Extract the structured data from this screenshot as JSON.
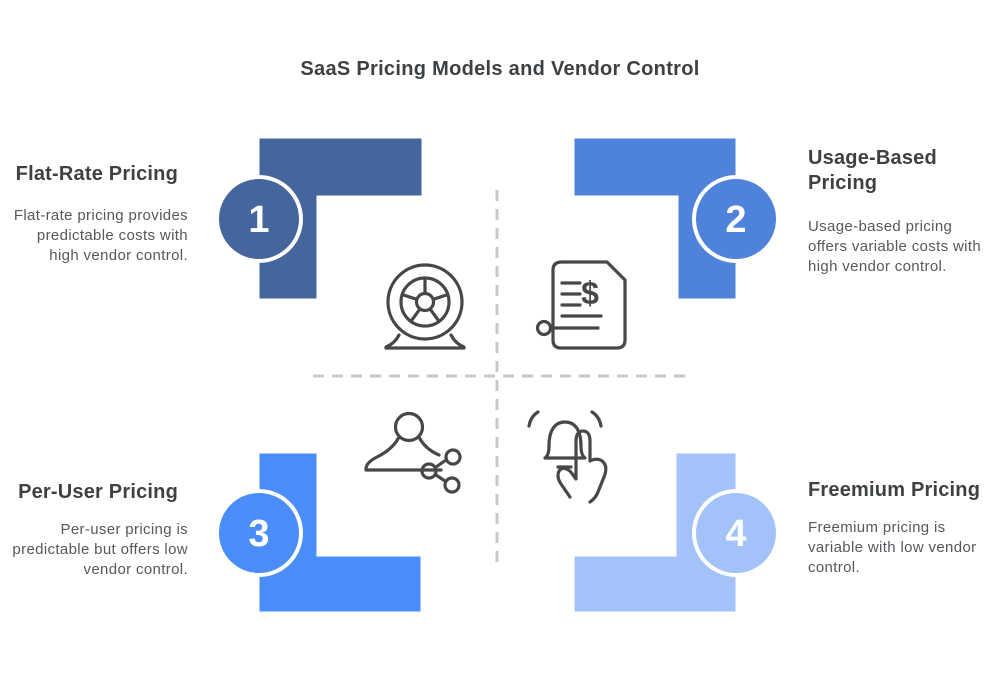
{
  "title": "SaaS Pricing Models and Vendor Control",
  "colors": {
    "q1": "#44669C",
    "q2": "#4E82DB",
    "q3": "#4A8DF8",
    "q4": "#A3C2F9",
    "icon_stroke": "#474747",
    "divider": "#C9C9C9",
    "badge_text": "#FFFFFF",
    "heading_text": "#3E4144",
    "body_text": "#55585C"
  },
  "icons": {
    "q1_icon": "tire-icon",
    "q2_icon": "invoice-dollar-icon",
    "q3_icon": "user-share-icon",
    "q4_icon": "bell-press-icon",
    "dollar_glyph": "$"
  },
  "quadrants": [
    {
      "number": "1",
      "title": "Flat-Rate Pricing",
      "desc_lines": [
        "Flat-rate pricing provides",
        "predictable costs with",
        "high vendor control."
      ]
    },
    {
      "number": "2",
      "title": "Usage-Based Pricing",
      "desc_lines": [
        "Usage-based pricing",
        "offers variable costs with",
        "high vendor control."
      ]
    },
    {
      "number": "3",
      "title": "Per-User Pricing",
      "desc_lines": [
        "Per-user pricing is",
        "predictable but offers low",
        "vendor control."
      ]
    },
    {
      "number": "4",
      "title": "Freemium Pricing",
      "desc_lines": [
        "Freemium pricing is",
        "variable with low vendor",
        "control."
      ]
    }
  ]
}
